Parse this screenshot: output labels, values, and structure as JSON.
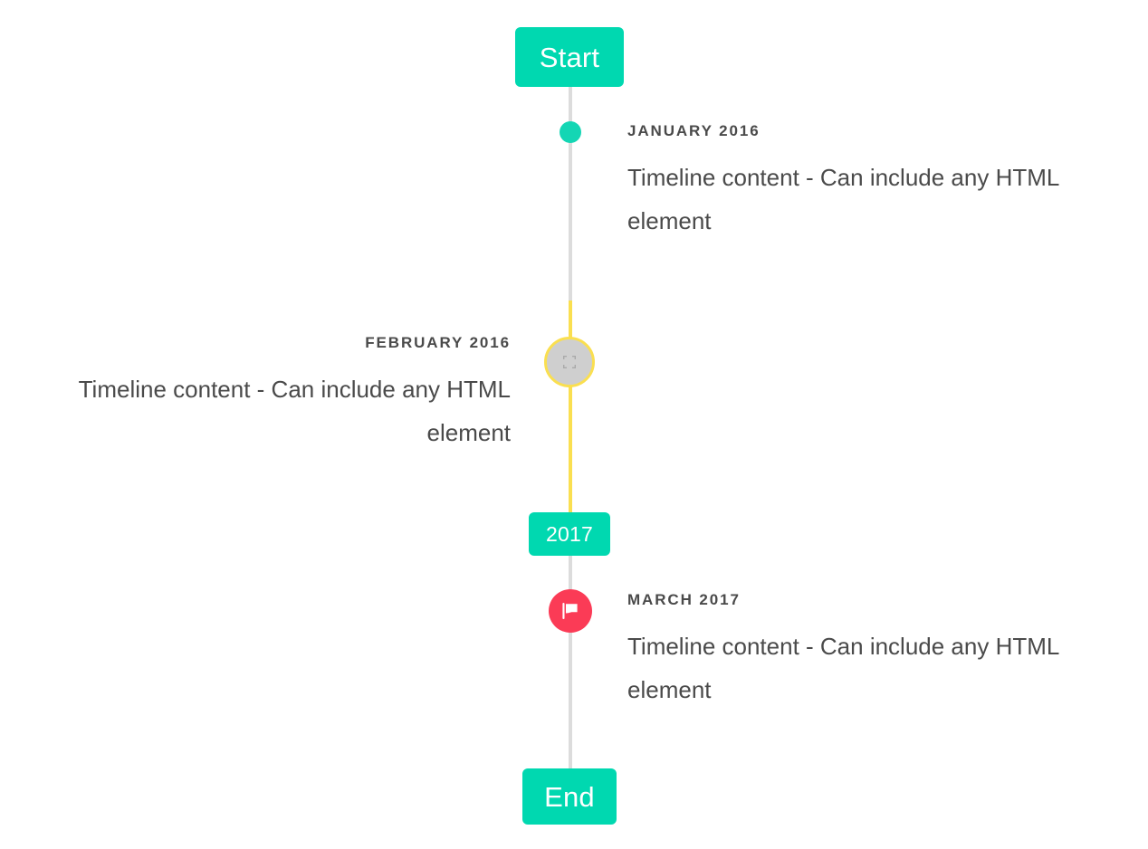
{
  "page": {
    "background_color": "#ffffff",
    "orientation": "vertical-center-rail"
  },
  "theme": {
    "accent_teal": "#00d8b0",
    "dot_teal": "#14d6b4",
    "rail_gray": "#dcdcdc",
    "rail_yellow": "#fadf50",
    "marker_gray": "#cfcfcf",
    "marker_pink": "#fb3b56",
    "text_color": "#4a4a4a",
    "badge_text_color": "#ffffff"
  },
  "badges": {
    "start": {
      "label": "Start",
      "color": "#00d8b0"
    },
    "middle": {
      "label": "2017",
      "color": "#00d8b0"
    },
    "end": {
      "label": "End",
      "color": "#00d8b0"
    }
  },
  "rail_segments": [
    {
      "name": "start-to-february",
      "color": "#dcdcdc"
    },
    {
      "name": "february-to-2017",
      "color": "#fadf50"
    },
    {
      "name": "2017-to-end",
      "color": "#dcdcdc"
    }
  ],
  "entries": [
    {
      "label": "JANUARY 2016",
      "body": "Timeline content - Can include any HTML element",
      "side": "right",
      "marker": {
        "type": "dot",
        "icon": "dot-icon",
        "color": "#14d6b4"
      }
    },
    {
      "label": "FEBRUARY 2016",
      "body": "Timeline content - Can include any HTML element",
      "side": "left",
      "marker": {
        "type": "ring",
        "icon": "broken-image-icon",
        "color": "#cfcfcf",
        "ring_color": "#fadf50"
      }
    },
    {
      "label": "MARCH 2017",
      "body": "Timeline content - Can include any HTML element",
      "side": "right",
      "marker": {
        "type": "flag",
        "icon": "flag-icon",
        "color": "#fb3b56"
      }
    }
  ]
}
